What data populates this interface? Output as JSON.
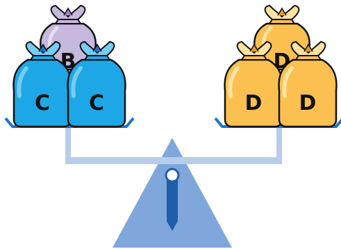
{
  "scale": {
    "left_pan": {
      "bags": [
        {
          "id": "b-top",
          "letter": "B",
          "color": "purple"
        },
        {
          "id": "c-left",
          "letter": "C",
          "color": "blue"
        },
        {
          "id": "c-right",
          "letter": "C",
          "color": "blue"
        }
      ]
    },
    "right_pan": {
      "bags": [
        {
          "id": "d-top",
          "letter": "D",
          "color": "orange"
        },
        {
          "id": "d-left",
          "letter": "D",
          "color": "orange"
        },
        {
          "id": "d-right",
          "letter": "D",
          "color": "orange"
        }
      ]
    }
  },
  "colors": {
    "scale_body": "#7fa7dc",
    "scale_dark": "#1f5ea8",
    "pan_edge": "#1e73c8",
    "bag_blue": "#1ea7e6",
    "bag_blue_light": "#75cdf2",
    "bag_purple": "#c7b8de",
    "bag_purple_light": "#e6def1",
    "bag_orange": "#fbc04f",
    "bag_orange_light": "#fde2a0",
    "outline": "#111111"
  }
}
